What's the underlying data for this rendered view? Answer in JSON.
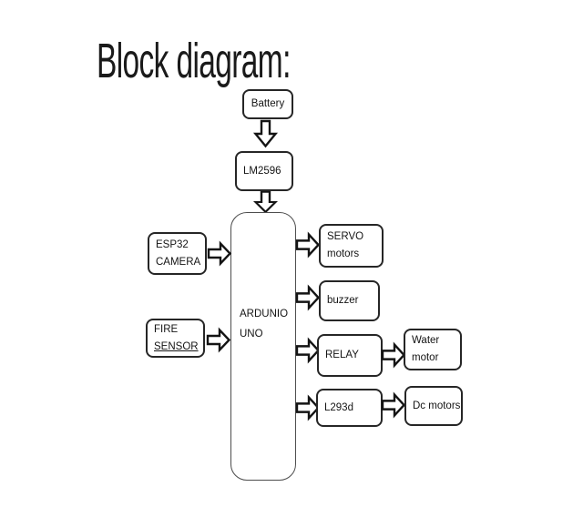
{
  "title": "Block diagram:",
  "blocks": {
    "battery": "Battery",
    "lm2596": "LM2596",
    "arduino_line1": "ARDUNIO",
    "arduino_line2": "UNO",
    "esp32_line1": "ESP32",
    "esp32_line2": "CAMERA",
    "fire_line1": "FIRE",
    "fire_line2": "SENSOR",
    "servo_line1": "SERVO",
    "servo_line2": "motors",
    "buzzer": "buzzer",
    "relay": "RELAY",
    "water_line1": "Water",
    "water_line2": "motor",
    "l293d": "L293d",
    "dc_motors": "Dc motors"
  },
  "colors": {
    "ink": "#141414",
    "background": "#ffffff"
  }
}
